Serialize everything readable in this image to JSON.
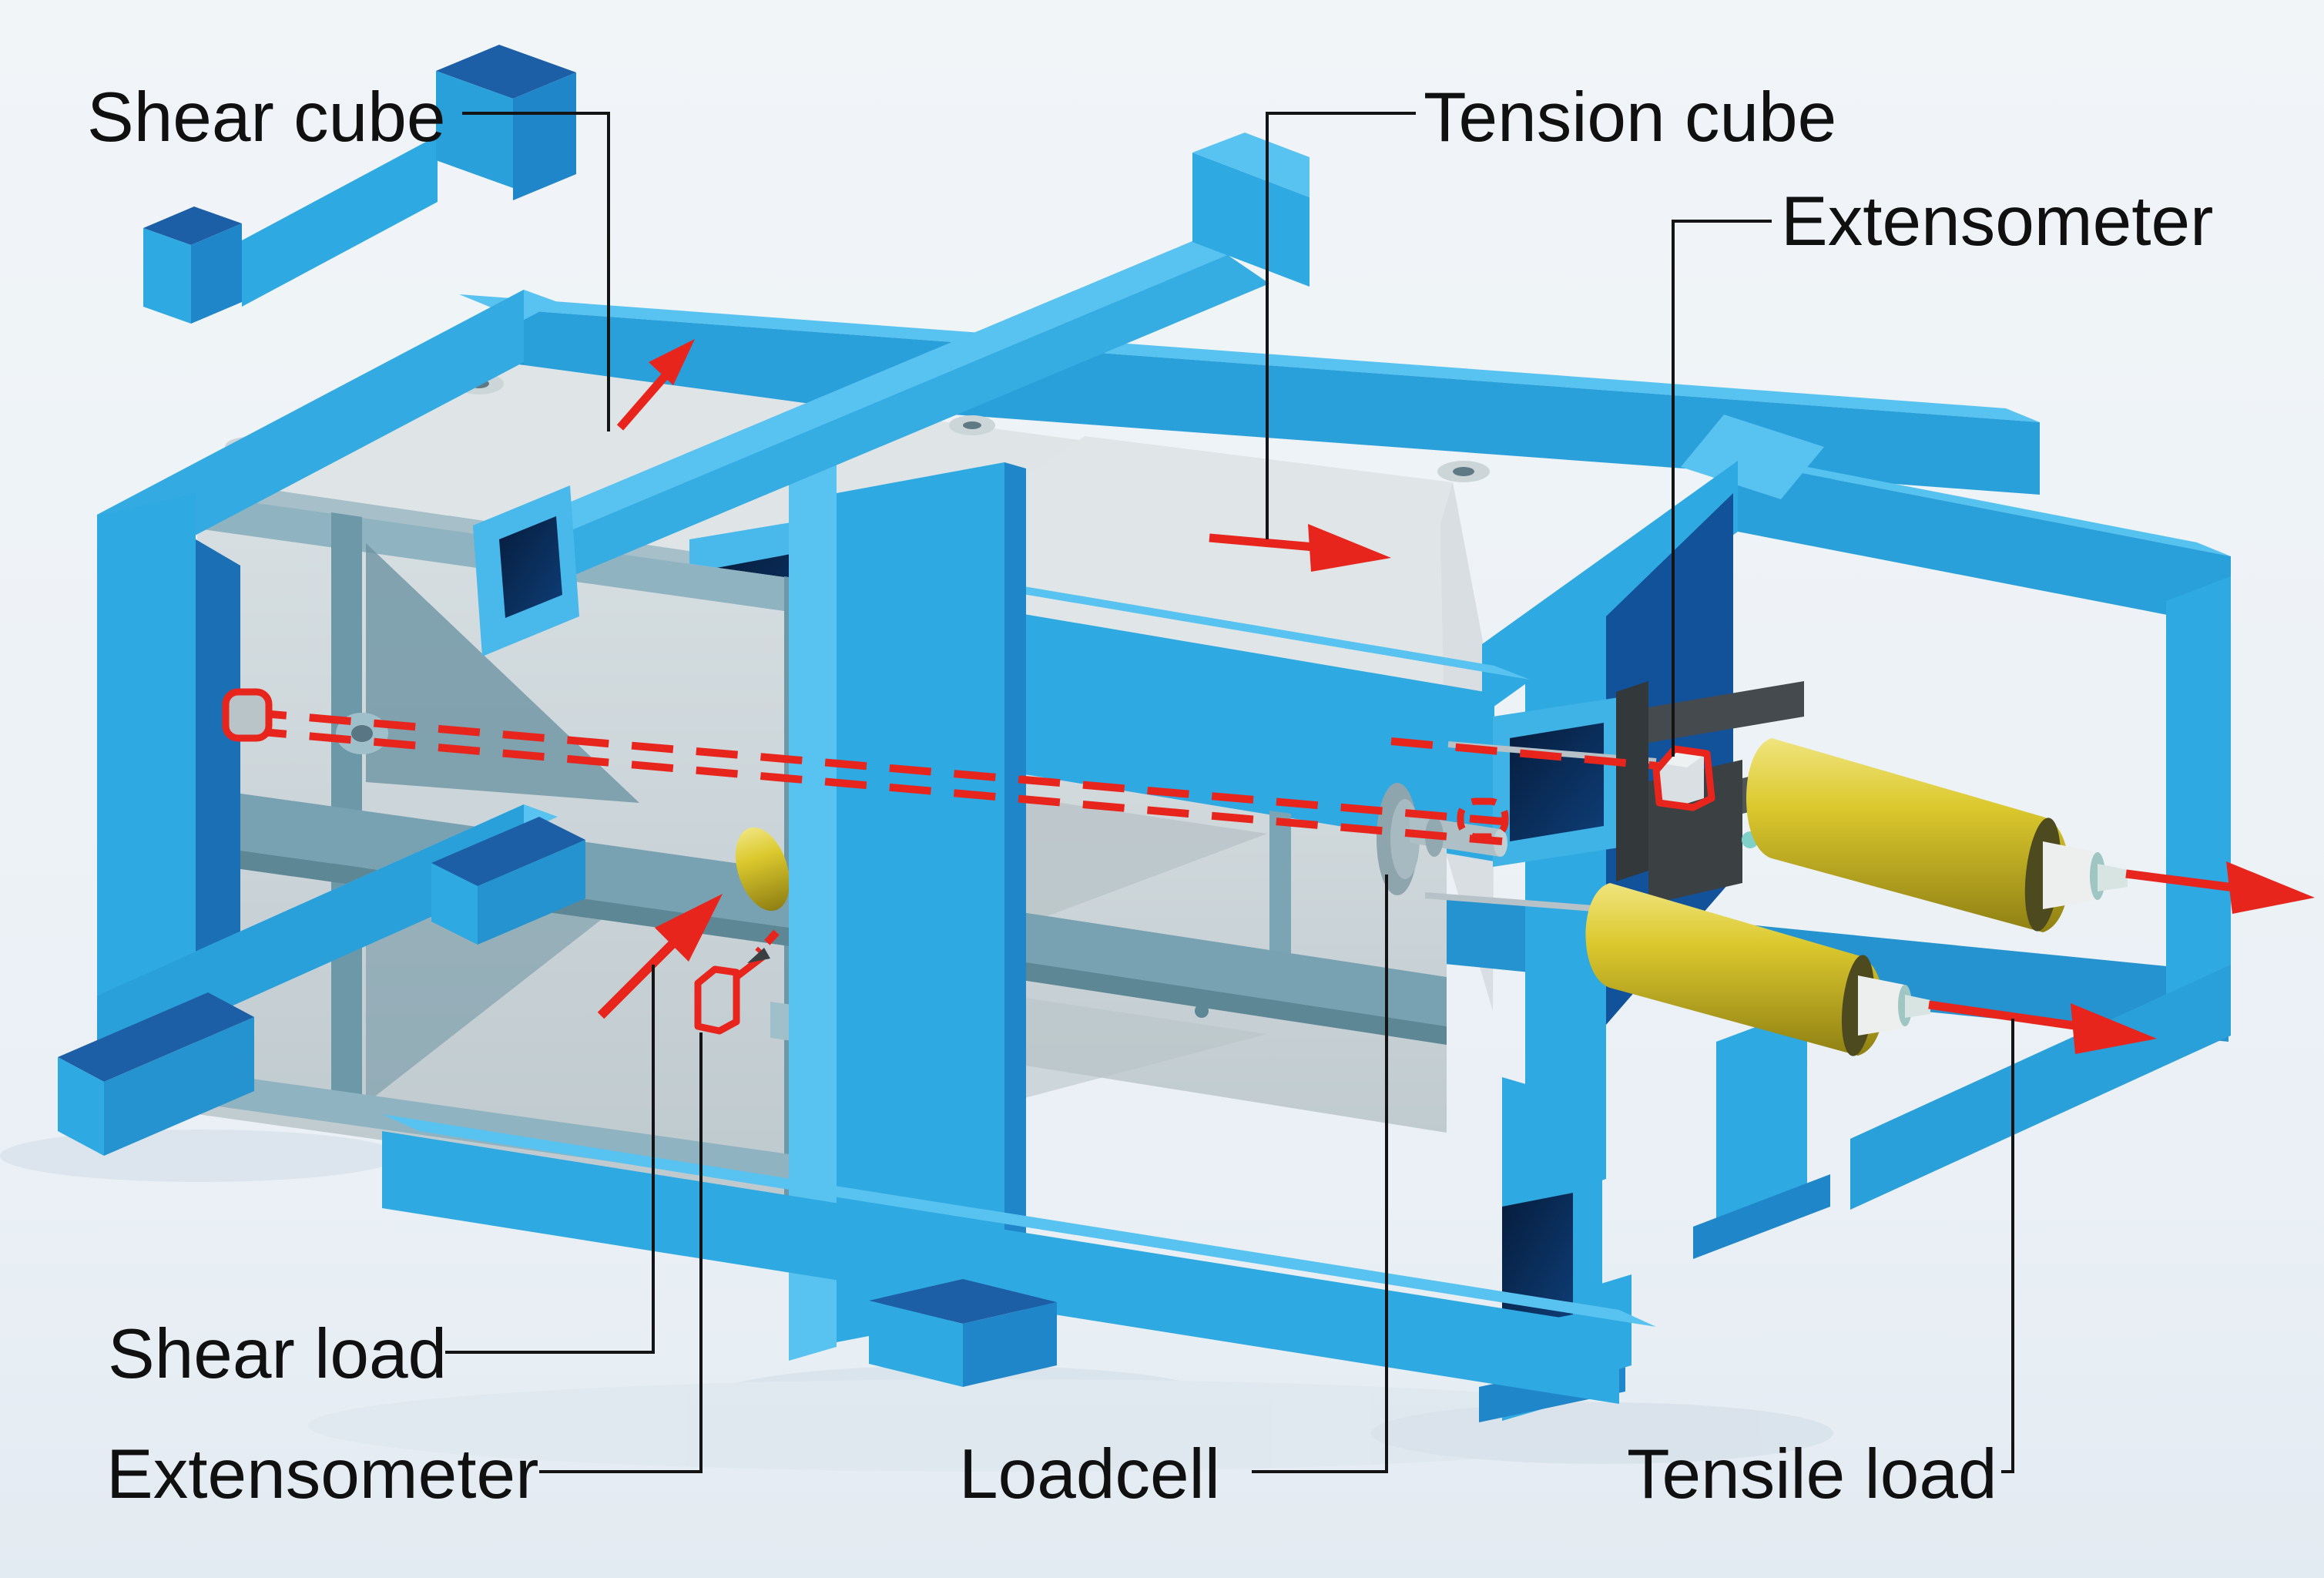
{
  "figure": {
    "type": "3d-technical-illustration",
    "subject": "Combined shear and tension test rig with instrumented load train"
  },
  "labels": {
    "shear_cube": "Shear cube",
    "tension_cube": "Tension cube",
    "extensometer_top": "Extensometer",
    "shear_load": "Shear load",
    "extensometer_bottom": "Extensometer",
    "loadcell": "Loadcell",
    "tensile_load": "Tensile load"
  },
  "annotations": {
    "red_arrows": [
      "shear-cube-direction-arrow",
      "tension-cube-direction-arrow",
      "shear-load-arrow",
      "shear-pin-dashed-arrow",
      "tensile-load-arrow-upper",
      "tensile-load-arrow-lower"
    ],
    "dashed_axis_lines": 3,
    "highlight_outlines": [
      "shear-pin-end-outline",
      "loadcell-rod-end-outline",
      "extensometer-contact-cube-outline",
      "shear-extensometer-cube-outline"
    ]
  },
  "colors": {
    "background_top": "#F1F5F8",
    "background_bottom": "#E3EBF2",
    "frame_blue": "#2FA9E2",
    "frame_blue_light": "#58C3F0",
    "frame_blue_mid": "#2593CF",
    "frame_blue_dark": "#1B6FB5",
    "frame_blue_inner": "#11529A",
    "tube_hole_navy": "#0A2A52",
    "steel_teal": "#7BA5B4",
    "cube_gray": "#C6D0D4",
    "cube_gray_light": "#DFE4E6",
    "actuator_yellow": "#D9C62B",
    "annotation_red": "#E8251D",
    "leader_line": "#141414",
    "label_text": "#101010"
  }
}
